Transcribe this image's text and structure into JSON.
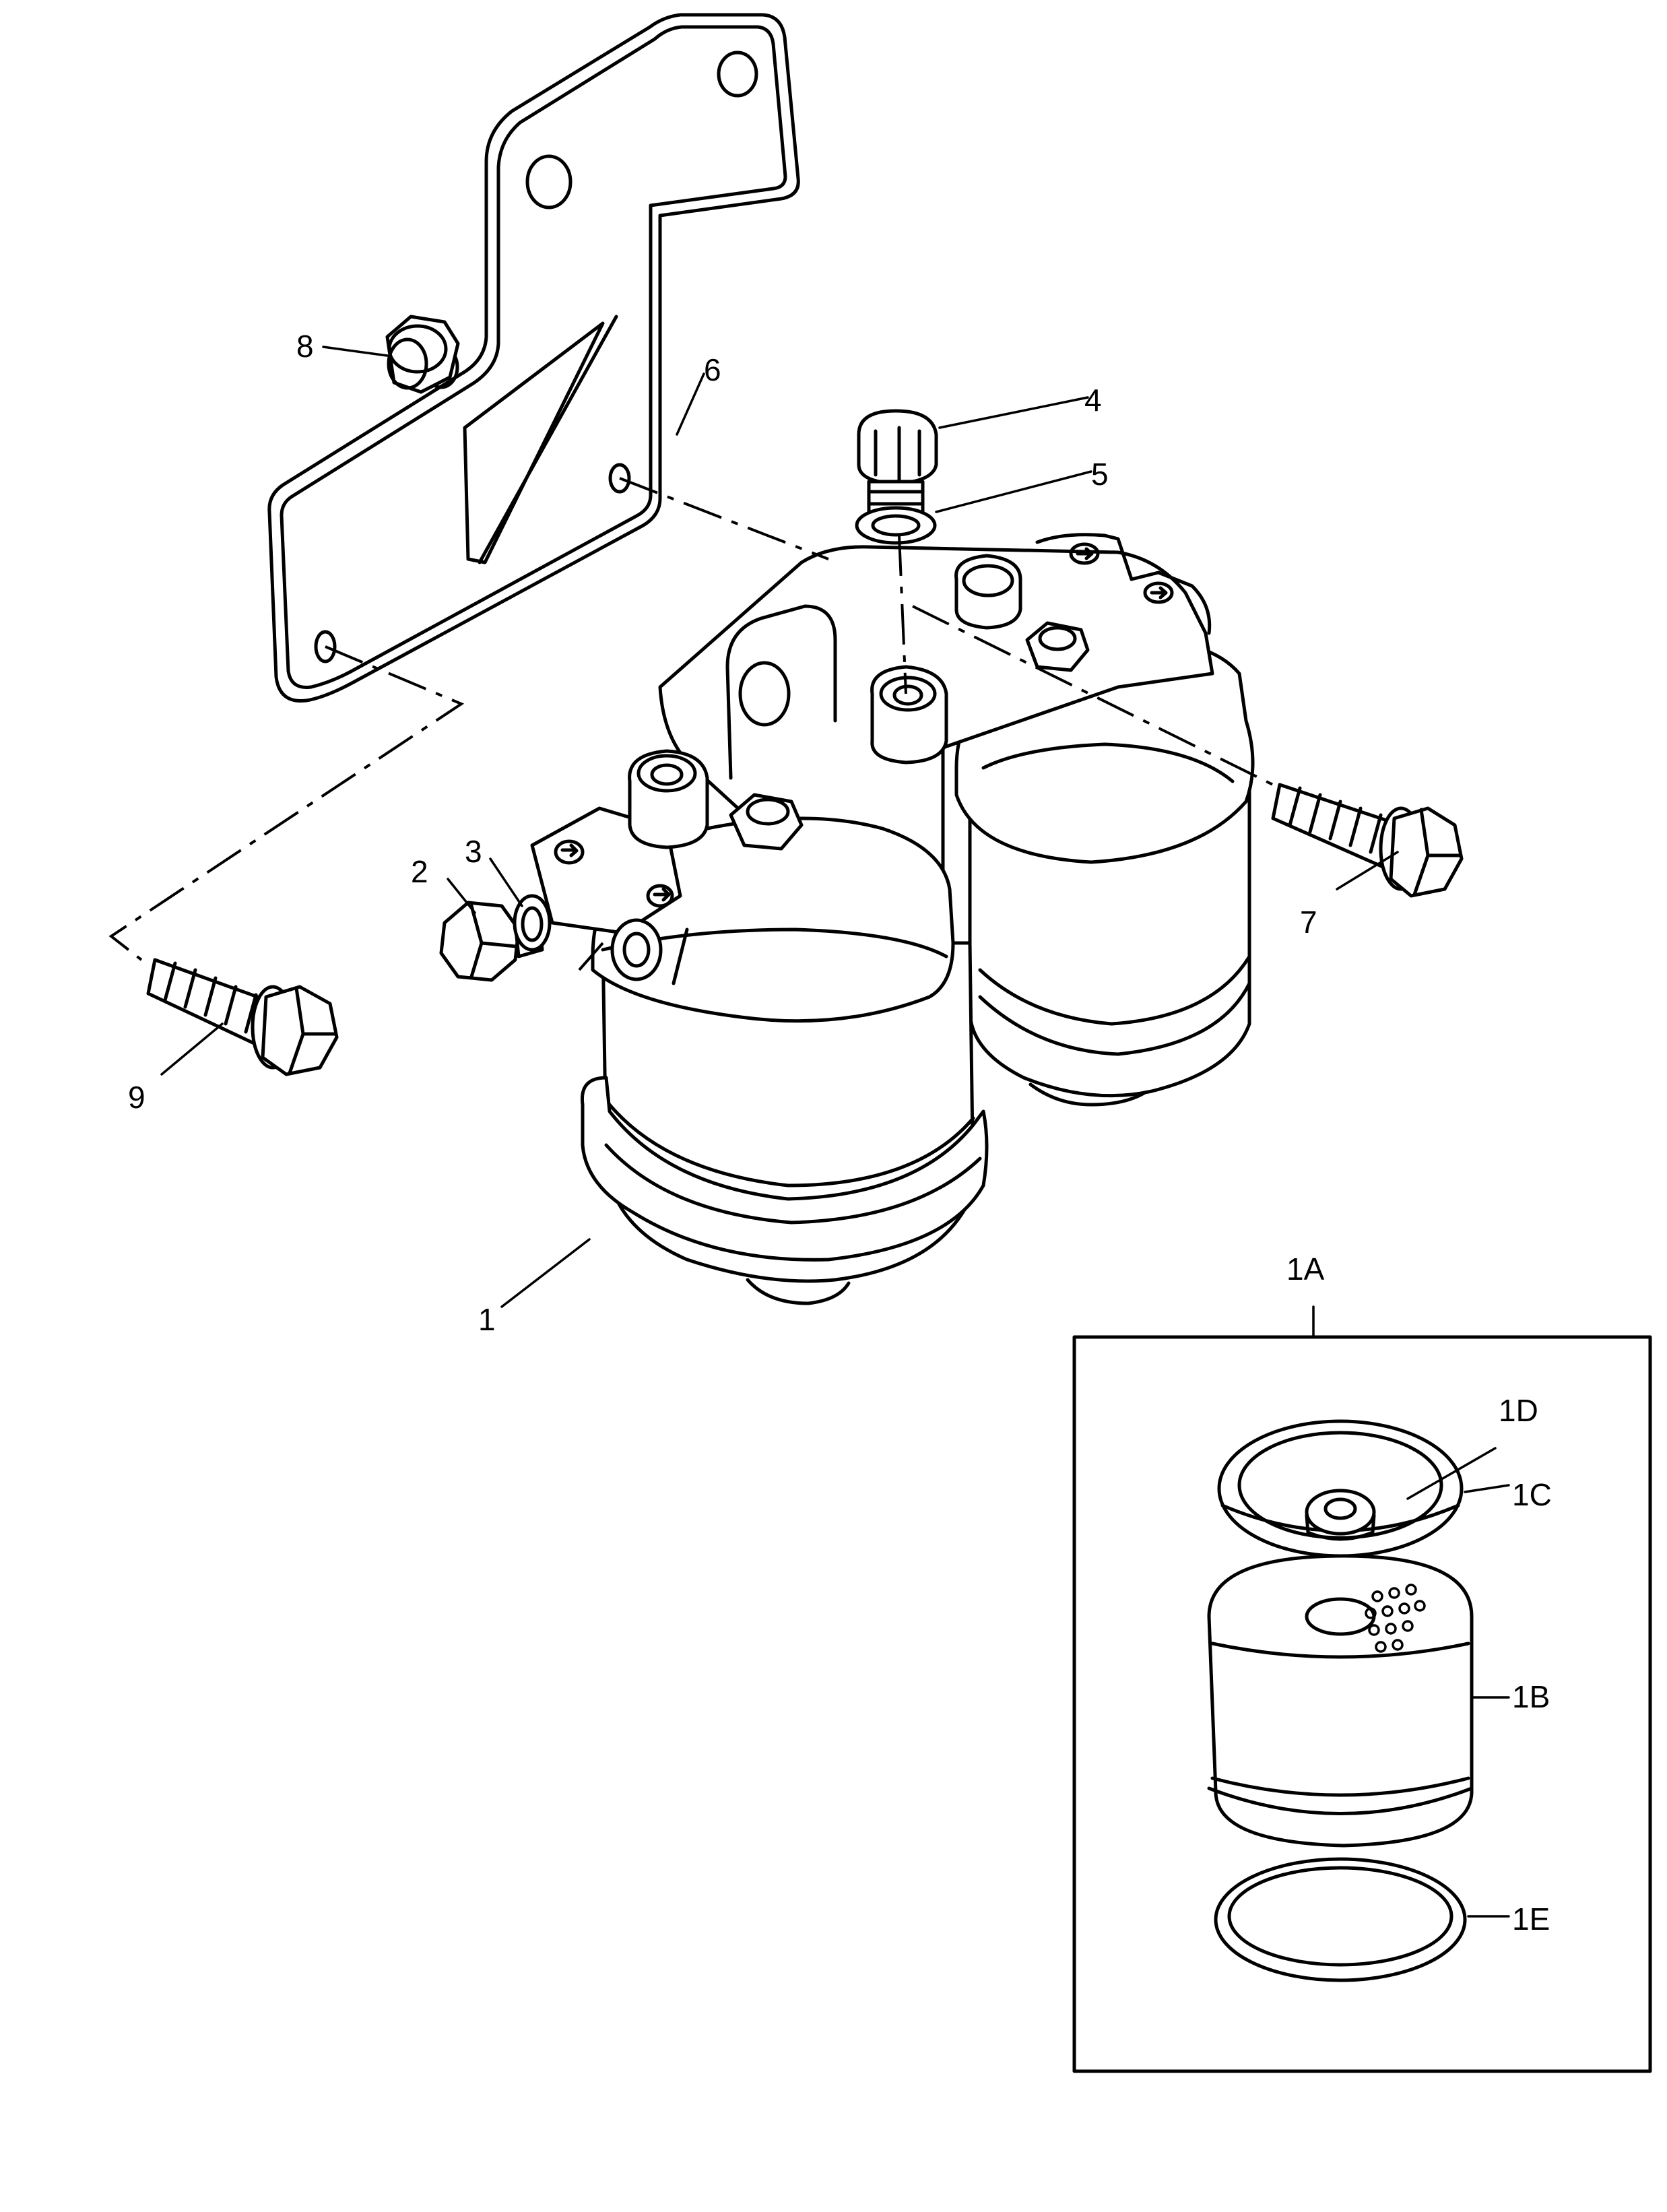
{
  "labels": {
    "l1": "1",
    "l2": "2",
    "l3": "3",
    "l4": "4",
    "l5": "5",
    "l6": "6",
    "l7": "7",
    "l8": "8",
    "l9": "9",
    "l1A": "1A",
    "l1B": "1B",
    "l1C": "1C",
    "l1D": "1D",
    "l1E": "1E"
  }
}
